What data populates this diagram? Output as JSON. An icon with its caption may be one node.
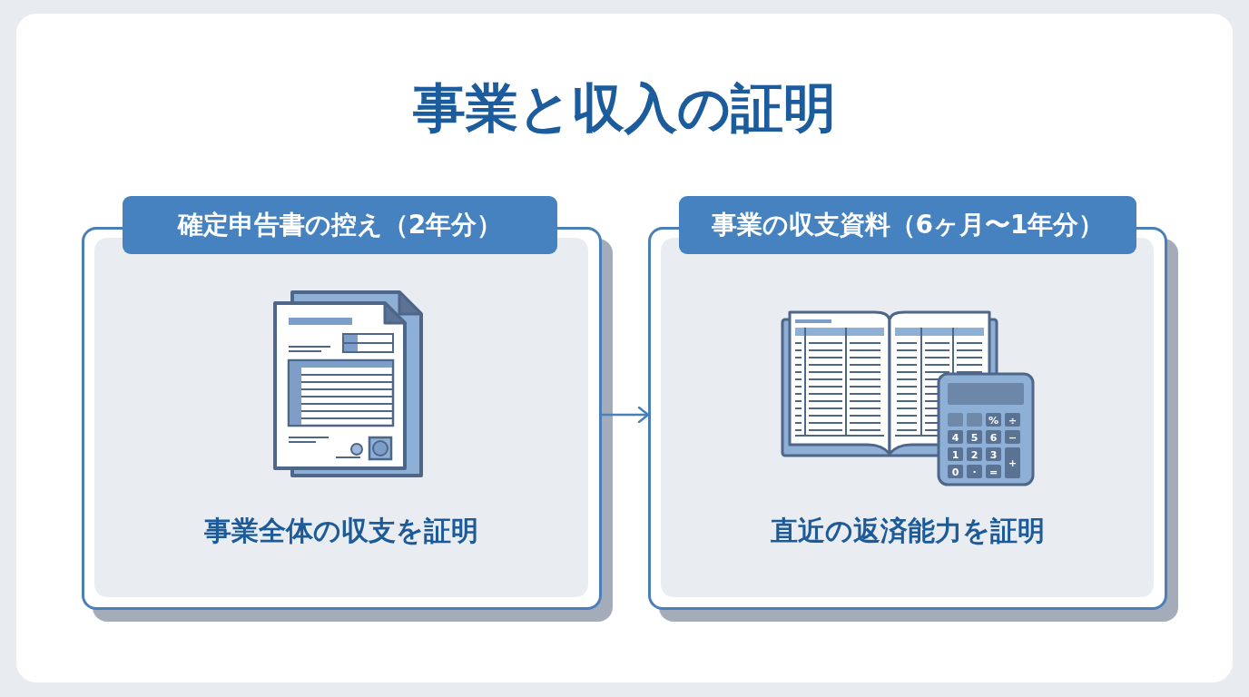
{
  "diagram": {
    "title": "事業と収入の証明",
    "nodes": [
      {
        "text": [
          "確定申告書の控え（2年分）",
          "事業全体の収支を証明"
        ]
      },
      {
        "text": [
          "事業の収支資料（6ヶ月〜1年分）",
          "直近の返済能力を証明"
        ]
      }
    ],
    "edges": [
      {
        "from": 0,
        "to": 1,
        "arrow": "to"
      }
    ],
    "labels": [
      "%",
      "÷",
      "4",
      "5",
      "6",
      "−",
      "1",
      "2",
      "3",
      "+",
      "0",
      "·",
      "="
    ]
  }
}
